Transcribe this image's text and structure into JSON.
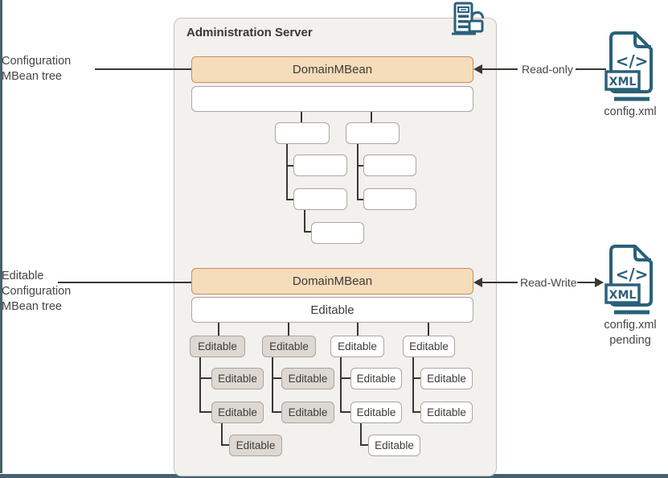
{
  "colors": {
    "frame": "#46616F",
    "container_fill": "#F2F1EE",
    "container_border": "#C7C3BC",
    "node_border": "#ACA69E",
    "orange_fill": "#F5DCBA",
    "orange_border": "#C98E5F",
    "gray_fill": "#DDD9D2",
    "gray_border": "#A9A39B",
    "line": "#3A3632",
    "teal": "#2B607A",
    "text": "#44403C"
  },
  "admin_server": {
    "title": "Administration Server"
  },
  "left_labels": {
    "config_tree": {
      "line1": "Configuration",
      "line2": "MBean tree"
    },
    "editable_tree": {
      "line1": "Editable",
      "line2": "Configuration",
      "line3": "MBean tree"
    }
  },
  "top_tree": {
    "root": "DomainMBean"
  },
  "bottom_tree": {
    "root": "DomainMBean",
    "node": "Editable"
  },
  "right_top": {
    "arrow_label": "Read-only",
    "file_caption": "config.xml"
  },
  "right_bottom": {
    "arrow_label": "Read-Write",
    "file_caption_line1": "config.xml",
    "file_caption_line2": "pending"
  },
  "icons": {
    "server": "server-with-open-padlock-icon",
    "file_top": "xml-file-icon",
    "file_bottom": "xml-file-icon"
  }
}
